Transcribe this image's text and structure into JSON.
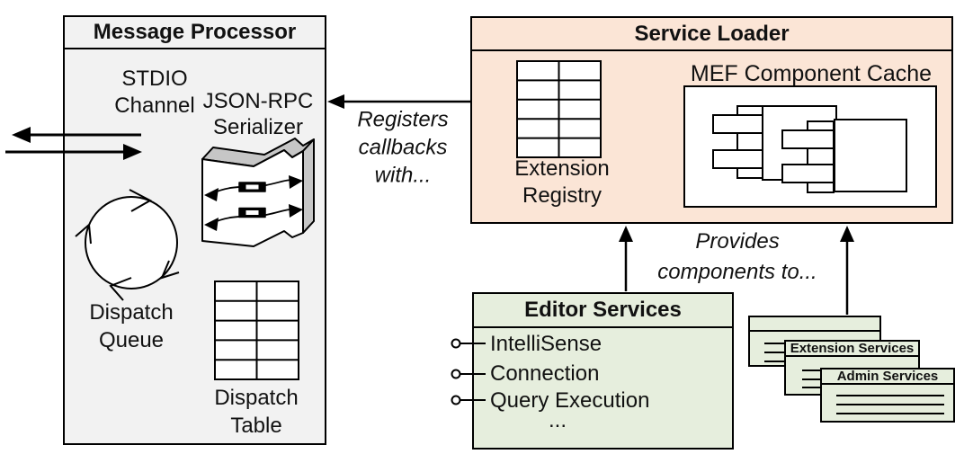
{
  "diagram": {
    "message_processor": {
      "title": "Message Processor",
      "stdio_channel": "STDIO\nChannel",
      "jsonrpc_serializer": "JSON-RPC\nSerializer",
      "dispatch_queue": "Dispatch\nQueue",
      "dispatch_table": "Dispatch\nTable"
    },
    "service_loader": {
      "title": "Service Loader",
      "extension_registry": "Extension\nRegistry",
      "mef_cache": "MEF Component Cache"
    },
    "editor_services": {
      "title": "Editor Services",
      "items": [
        "IntelliSense",
        "Connection",
        "Query Execution"
      ],
      "more": "..."
    },
    "stacked_services": {
      "extension_services": "Extension Services",
      "admin_services": "Admin Services"
    },
    "labels": {
      "registers": "Registers\ncallbacks\nwith...",
      "provides": "Provides\ncomponents to..."
    },
    "colors": {
      "processor_fill": "#f2f2f2",
      "loader_fill": "#fbe5d6",
      "services_fill": "#e6eedd",
      "icon_gray": "#c6c6c6",
      "line": "#000000"
    }
  }
}
